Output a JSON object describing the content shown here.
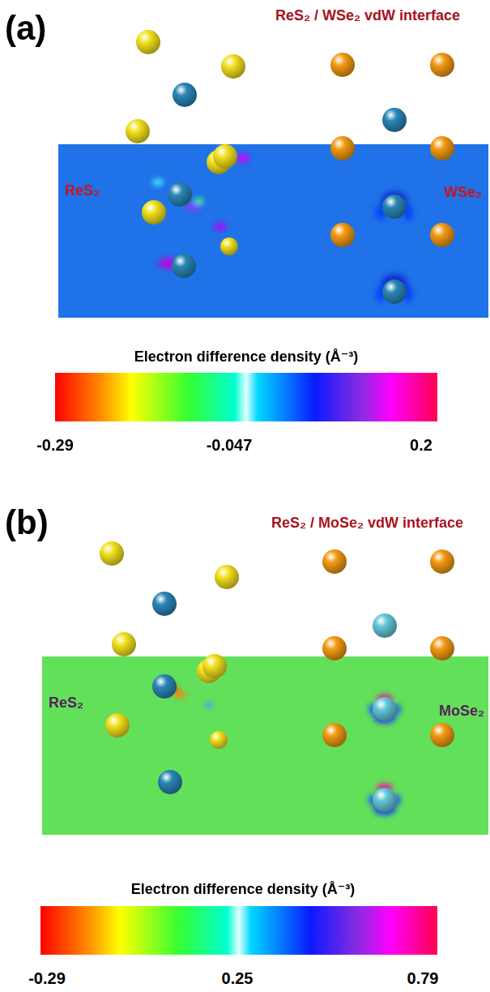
{
  "diagram": {
    "labels": [
      "(a)",
      "ReS₂ / WSe₂ vdW interface",
      "ReS₂",
      "WSe₂",
      "Electron difference density (Å⁻³)",
      "-0.29",
      "-0.047",
      "0.2",
      "(b)",
      "ReS₂ / MoSe₂ vdW interface",
      "ReS₂",
      "MoSe₂",
      "Electron difference density (Å⁻³)",
      "-0.29",
      "0.25",
      "0.79"
    ]
  }
}
